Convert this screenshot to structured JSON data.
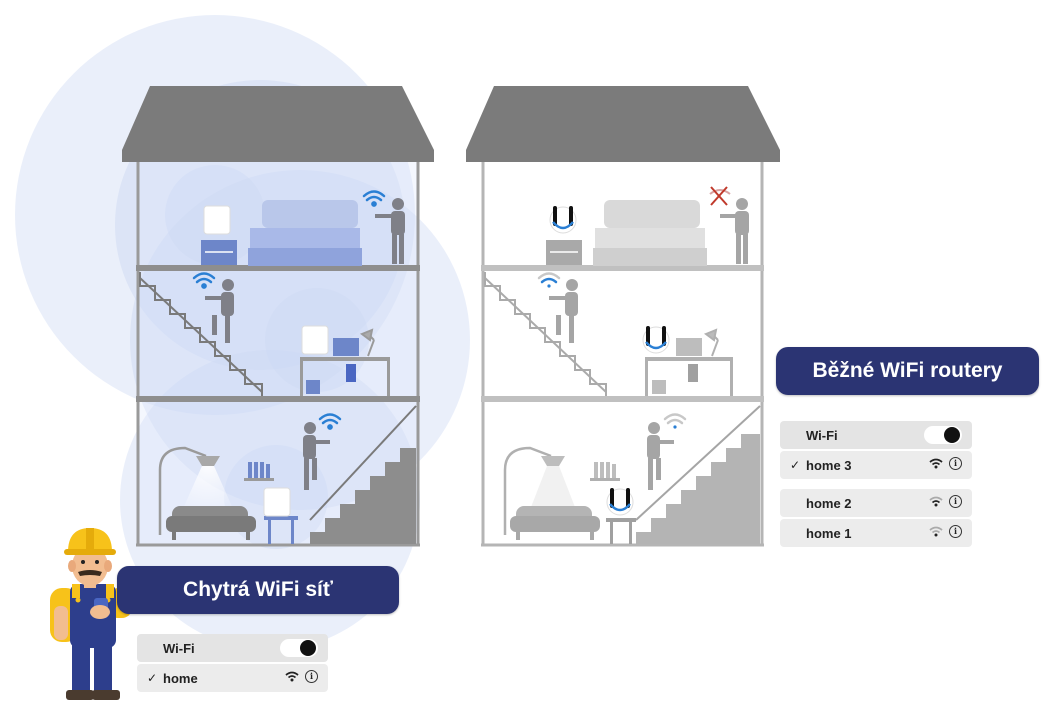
{
  "left": {
    "title": "Chytrá WiFi síť",
    "wifi_panel": {
      "header_label": "Wi-Fi",
      "toggle_on": true,
      "networks": [
        {
          "name": "home",
          "checked": true,
          "signal": "strong"
        }
      ]
    }
  },
  "right": {
    "title": "Běžné WiFi routery",
    "wifi_panel": {
      "header_label": "Wi-Fi",
      "toggle_on": true,
      "connected": {
        "name": "home 3",
        "checked": true,
        "signal": "strong"
      },
      "others": [
        {
          "name": "home 2",
          "signal": "medium"
        },
        {
          "name": "home 1",
          "signal": "weak"
        }
      ]
    }
  },
  "colors": {
    "badge": "#2b3473",
    "roof": "#7b7b7b",
    "coverage": "#bfcdf1",
    "mesh_icon": "#2a7fd4",
    "no_signal": "#c0392b",
    "worker_shirt": "#f7c21a",
    "worker_overall": "#2d3e8c"
  }
}
